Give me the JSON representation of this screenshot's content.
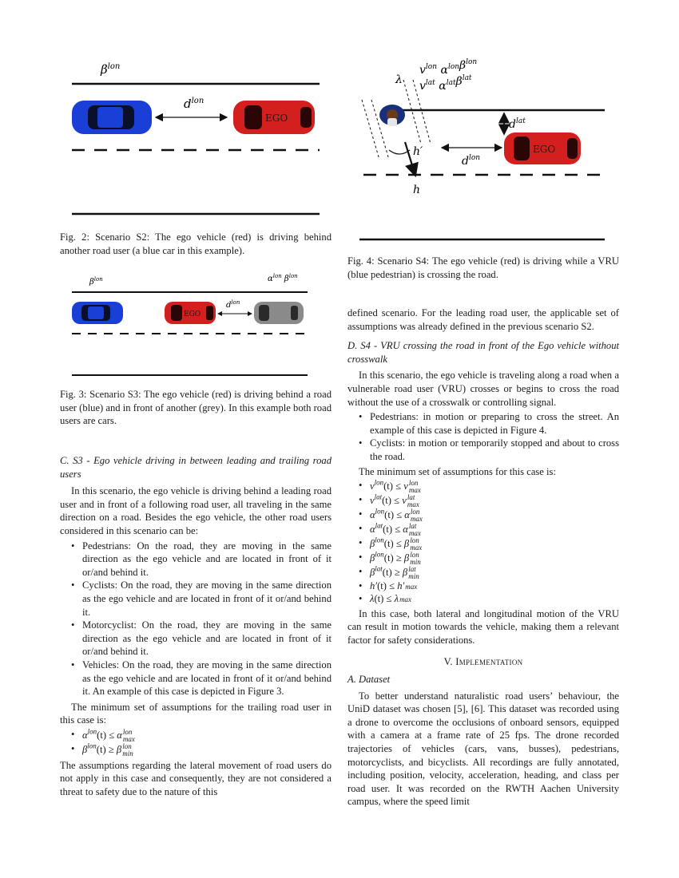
{
  "fig2": {
    "beta": "β",
    "beta_sup": "lon",
    "d": "d",
    "d_sup": "lon",
    "ego": "EGO",
    "caption": "Fig. 2: Scenario S2: The ego vehicle (red) is driving behind another road user (a blue car in this example)."
  },
  "fig3": {
    "beta": "β",
    "beta_sup": "lon",
    "alpha": "α",
    "alpha_sup": "lon",
    "beta2": "β",
    "beta2_sup": "lon",
    "d": "d",
    "d_sup": "lon",
    "ego": "EGO",
    "caption": "Fig. 3: Scenario S3: The ego vehicle (red) is driving behind a road user (blue) and in front of another (grey). In this example both road users are cars."
  },
  "fig4": {
    "lambda": "λ",
    "v": "v",
    "lon": "lon",
    "lat": "lat",
    "alpha": "α",
    "beta": "β",
    "d": "d",
    "h": "h",
    "hprime": "h′",
    "ego": "EGO",
    "caption": "Fig. 4: Scenario S4: The ego vehicle (red) is driving while a VRU (blue pedestrian) is crossing the road."
  },
  "left": {
    "heading": "C. S3 - Ego vehicle driving in between leading and trailing road users",
    "para1": "In this scenario, the ego vehicle is driving behind a leading road user and in front of a following road user, all traveling in the same direction on a road. Besides the ego vehicle, the other road users considered in this scenario can be:",
    "bullets": [
      "Pedestrians: On the road, they are moving in the same direction as the ego vehicle and are located in front of it or/and behind it.",
      "Cyclists: On the road, they are moving in the same direction as the ego vehicle and are located in front of it or/and behind it.",
      "Motorcyclist: On the road, they are moving in the same direction as the ego vehicle and are located in front of it or/and behind it.",
      "Vehicles: On the road, they are moving in the same direction as the ego vehicle and are located in front of it or/and behind it. An example of this case is depicted in Figure 3."
    ],
    "para2": "The minimum set of assumptions for the trailing road user in this case is:",
    "math": [
      {
        "lhs": "α",
        "lsup": "lon",
        "arg": "(t)",
        "op": "≤",
        "rhs": "α",
        "rsup": "lon",
        "rsub": "max"
      },
      {
        "lhs": "β",
        "lsup": "lon",
        "arg": "(t)",
        "op": "≥",
        "rhs": "β",
        "rsup": "lon",
        "rsub": "min"
      }
    ],
    "para3": "The assumptions regarding the lateral movement of road users do not apply in this case and consequently, they are not considered a threat to safety due to the nature of this"
  },
  "right": {
    "para0": "defined scenario. For the leading road user, the applicable set of assumptions was already defined in the previous scenario S2.",
    "heading": "D. S4 - VRU crossing the road in front of the Ego vehicle without crosswalk",
    "para1": "In this scenario, the ego vehicle is traveling along a road when a vulnerable road user (VRU) crosses or begins to cross the road without the use of a crosswalk or controlling signal.",
    "bullets": [
      "Pedestrians: in motion or preparing to cross the street. An example of this case is depicted in Figure 4.",
      "Cyclists: in motion or temporarily stopped and about to cross the road."
    ],
    "para2": "The minimum set of assumptions for this case is:",
    "math": [
      {
        "lhs": "v",
        "lsup": "lon",
        "arg": "(t)",
        "op": "≤",
        "rhs": "v",
        "rsup": "lon",
        "rsub": "max"
      },
      {
        "lhs": "v",
        "lsup": "lat",
        "arg": "(t)",
        "op": "≤",
        "rhs": "v",
        "rsup": "lat",
        "rsub": "max"
      },
      {
        "lhs": "α",
        "lsup": "lon",
        "arg": "(t)",
        "op": "≤",
        "rhs": "α",
        "rsup": "lon",
        "rsub": "max"
      },
      {
        "lhs": "α",
        "lsup": "lat",
        "arg": "(t)",
        "op": "≤",
        "rhs": "α",
        "rsup": "lat",
        "rsub": "max"
      },
      {
        "lhs": "β",
        "lsup": "lon",
        "arg": "(t)",
        "op": "≤",
        "rhs": "β",
        "rsup": "lon",
        "rsub": "max"
      },
      {
        "lhs": "β",
        "lsup": "lon",
        "arg": "(t)",
        "op": "≥",
        "rhs": "β",
        "rsup": "lon",
        "rsub": "min"
      },
      {
        "lhs": "β",
        "lsup": "lat",
        "arg": "(t)",
        "op": "≥",
        "rhs": "β",
        "rsup": "lat",
        "rsub": "min"
      },
      {
        "lhs": "h′",
        "lsup": "",
        "arg": "(t)",
        "op": "≤",
        "rhs": "h′",
        "rsup": "",
        "rsub": "max"
      },
      {
        "lhs": "λ",
        "lsup": "",
        "arg": "(t)",
        "op": "≤",
        "rhs": "λ",
        "rsup": "",
        "rsub": "max"
      }
    ],
    "para3": "In this case, both lateral and longitudinal motion of the VRU can result in motion towards the vehicle, making them a relevant factor for safety considerations.",
    "section": "V. Implementation",
    "subheading": "A. Dataset",
    "para4": "To better understand naturalistic road users’ behaviour, the UniD dataset was chosen [5], [6]. This dataset was recorded using a drone to overcome the occlusions of onboard sensors, equipped with a camera at a frame rate of 25 fps. The drone recorded trajectories of vehicles (cars, vans, busses), pedestrians, motorcyclists, and bicyclists. All recordings are fully annotated, including position, velocity, acceleration, heading, and class per road user. It was recorded on the RWTH Aachen University campus, where the speed limit"
  },
  "colors": {
    "blue_car": "#1a3fd6",
    "red_car": "#d41f1f",
    "grey_car": "#8a8a8a"
  }
}
